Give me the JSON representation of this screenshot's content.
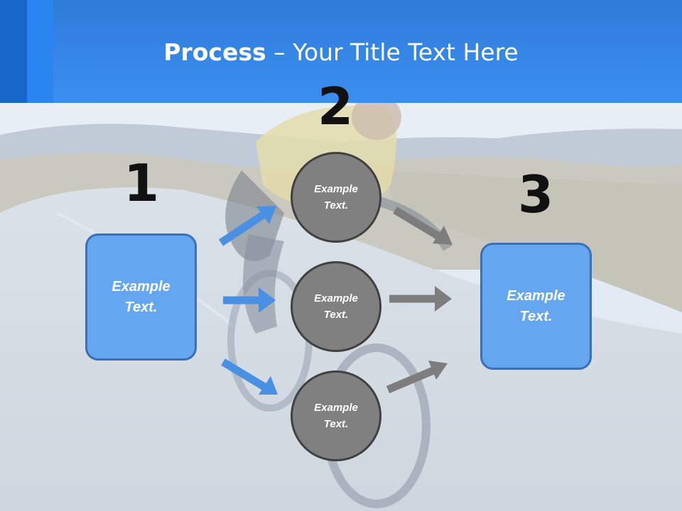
{
  "title": {
    "bold": "Process",
    "rest": " – Your Title Text Here"
  },
  "steps": {
    "one": "1",
    "two": "2",
    "three": "3"
  },
  "left_box": {
    "text": "Example Text."
  },
  "right_box": {
    "text": "Example Text."
  },
  "circles": [
    {
      "text": "Example Text."
    },
    {
      "text": "Example Text."
    },
    {
      "text": "Example Text."
    }
  ],
  "colors": {
    "banner": "#3b8ff0",
    "box_fill": "#65a6f0",
    "box_border": "#3c6fb6",
    "circle_fill": "#808080",
    "circle_border": "#404040",
    "blue_arrow": "#4a90e2",
    "gray_arrow": "#7d7d7d"
  }
}
